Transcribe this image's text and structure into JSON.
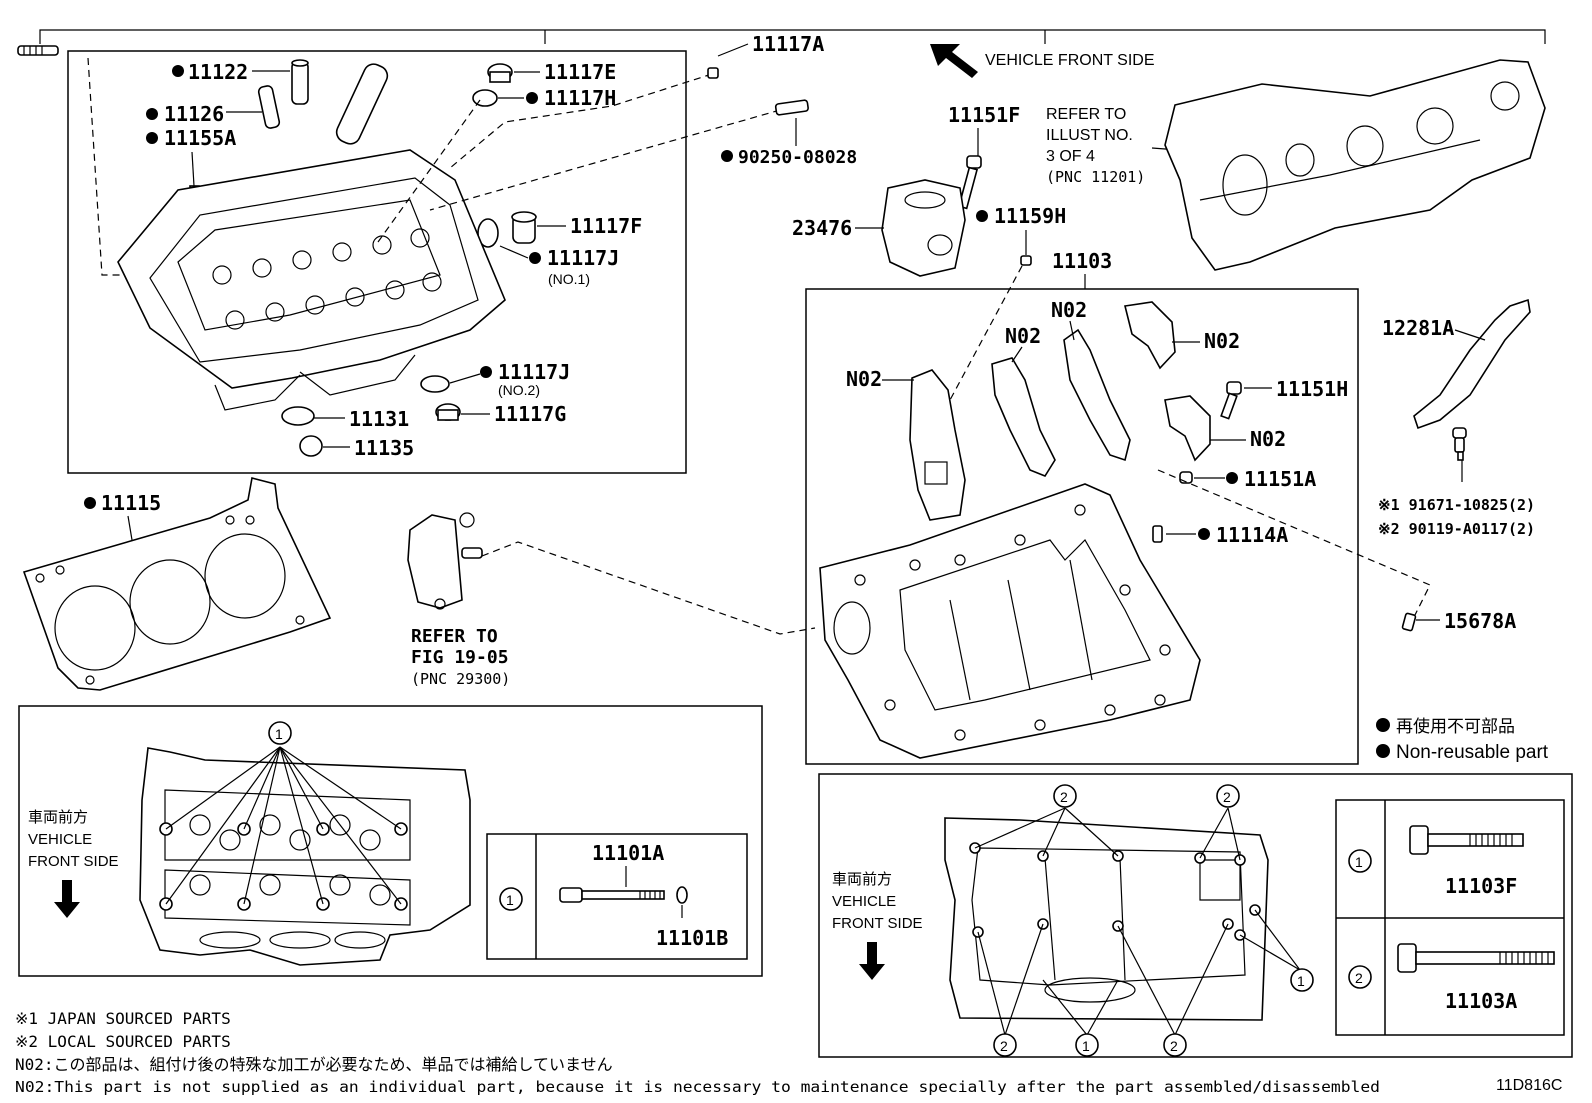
{
  "diagram_id": "11D816C",
  "vehicle_front_label": "VEHICLE FRONT SIDE",
  "head_callouts": {
    "c11122": "11122",
    "c11126": "11126",
    "c11155A": "11155A",
    "c11117E": "11117E",
    "c11117H": "11117H",
    "c11117A": "11117A",
    "c90250": "90250-08028",
    "c11117F": "11117F",
    "c11117J1": "11117J",
    "c11117J1_sub": "(NO.1)",
    "c11117J2": "11117J",
    "c11117J2_sub": "(NO.2)",
    "c11131": "11131",
    "c11117G": "11117G",
    "c11135": "11135"
  },
  "gasket": {
    "callout": "11115"
  },
  "pump_ref": {
    "line1": "REFER TO",
    "line2": "FIG 19-05",
    "line3": "(PNC 29300)"
  },
  "cover_ref": {
    "callout_11151F": "11151F",
    "line1": "REFER TO",
    "line2": "ILLUST NO.",
    "line3": "3 OF 4",
    "line4": "(PNC 11201)",
    "callout_23476": "23476",
    "callout_11159H": "11159H"
  },
  "block": {
    "callout_11103": "11103",
    "n02": "N02",
    "callout_11151H": "11151H",
    "callout_11151A": "11151A",
    "callout_11114A": "11114A",
    "callout_15678A": "15678A"
  },
  "guide": {
    "callout_12281A": "12281A",
    "note1": "※1 91671-10825(2)",
    "note2": "※2 90119-A0117(2)"
  },
  "legend": {
    "jp": "再使用不可部品",
    "en": "Non-reusable part"
  },
  "inset_head": {
    "front_jp": "車両前方",
    "front_en1": "VEHICLE",
    "front_en2": "FRONT SIDE",
    "circle": "1",
    "bolt_a": "11101A",
    "bolt_b": "11101B"
  },
  "inset_block": {
    "front_jp": "車両前方",
    "front_en1": "VEHICLE",
    "front_en2": "FRONT SIDE",
    "circle1": "1",
    "circle2": "2",
    "bolt_f": "11103F",
    "bolt_a": "11103A"
  },
  "footnotes": {
    "n1": "※1 JAPAN SOURCED PARTS",
    "n2": "※2 LOCAL SOURCED PARTS",
    "n02_jp": "N02:この部品は、組付け後の特殊な加工が必要なため、単品では補給していません",
    "n02_en": "N02:This part is not supplied as an individual part, because it is necessary to maintenance specially after the part assembled/disassembled"
  }
}
